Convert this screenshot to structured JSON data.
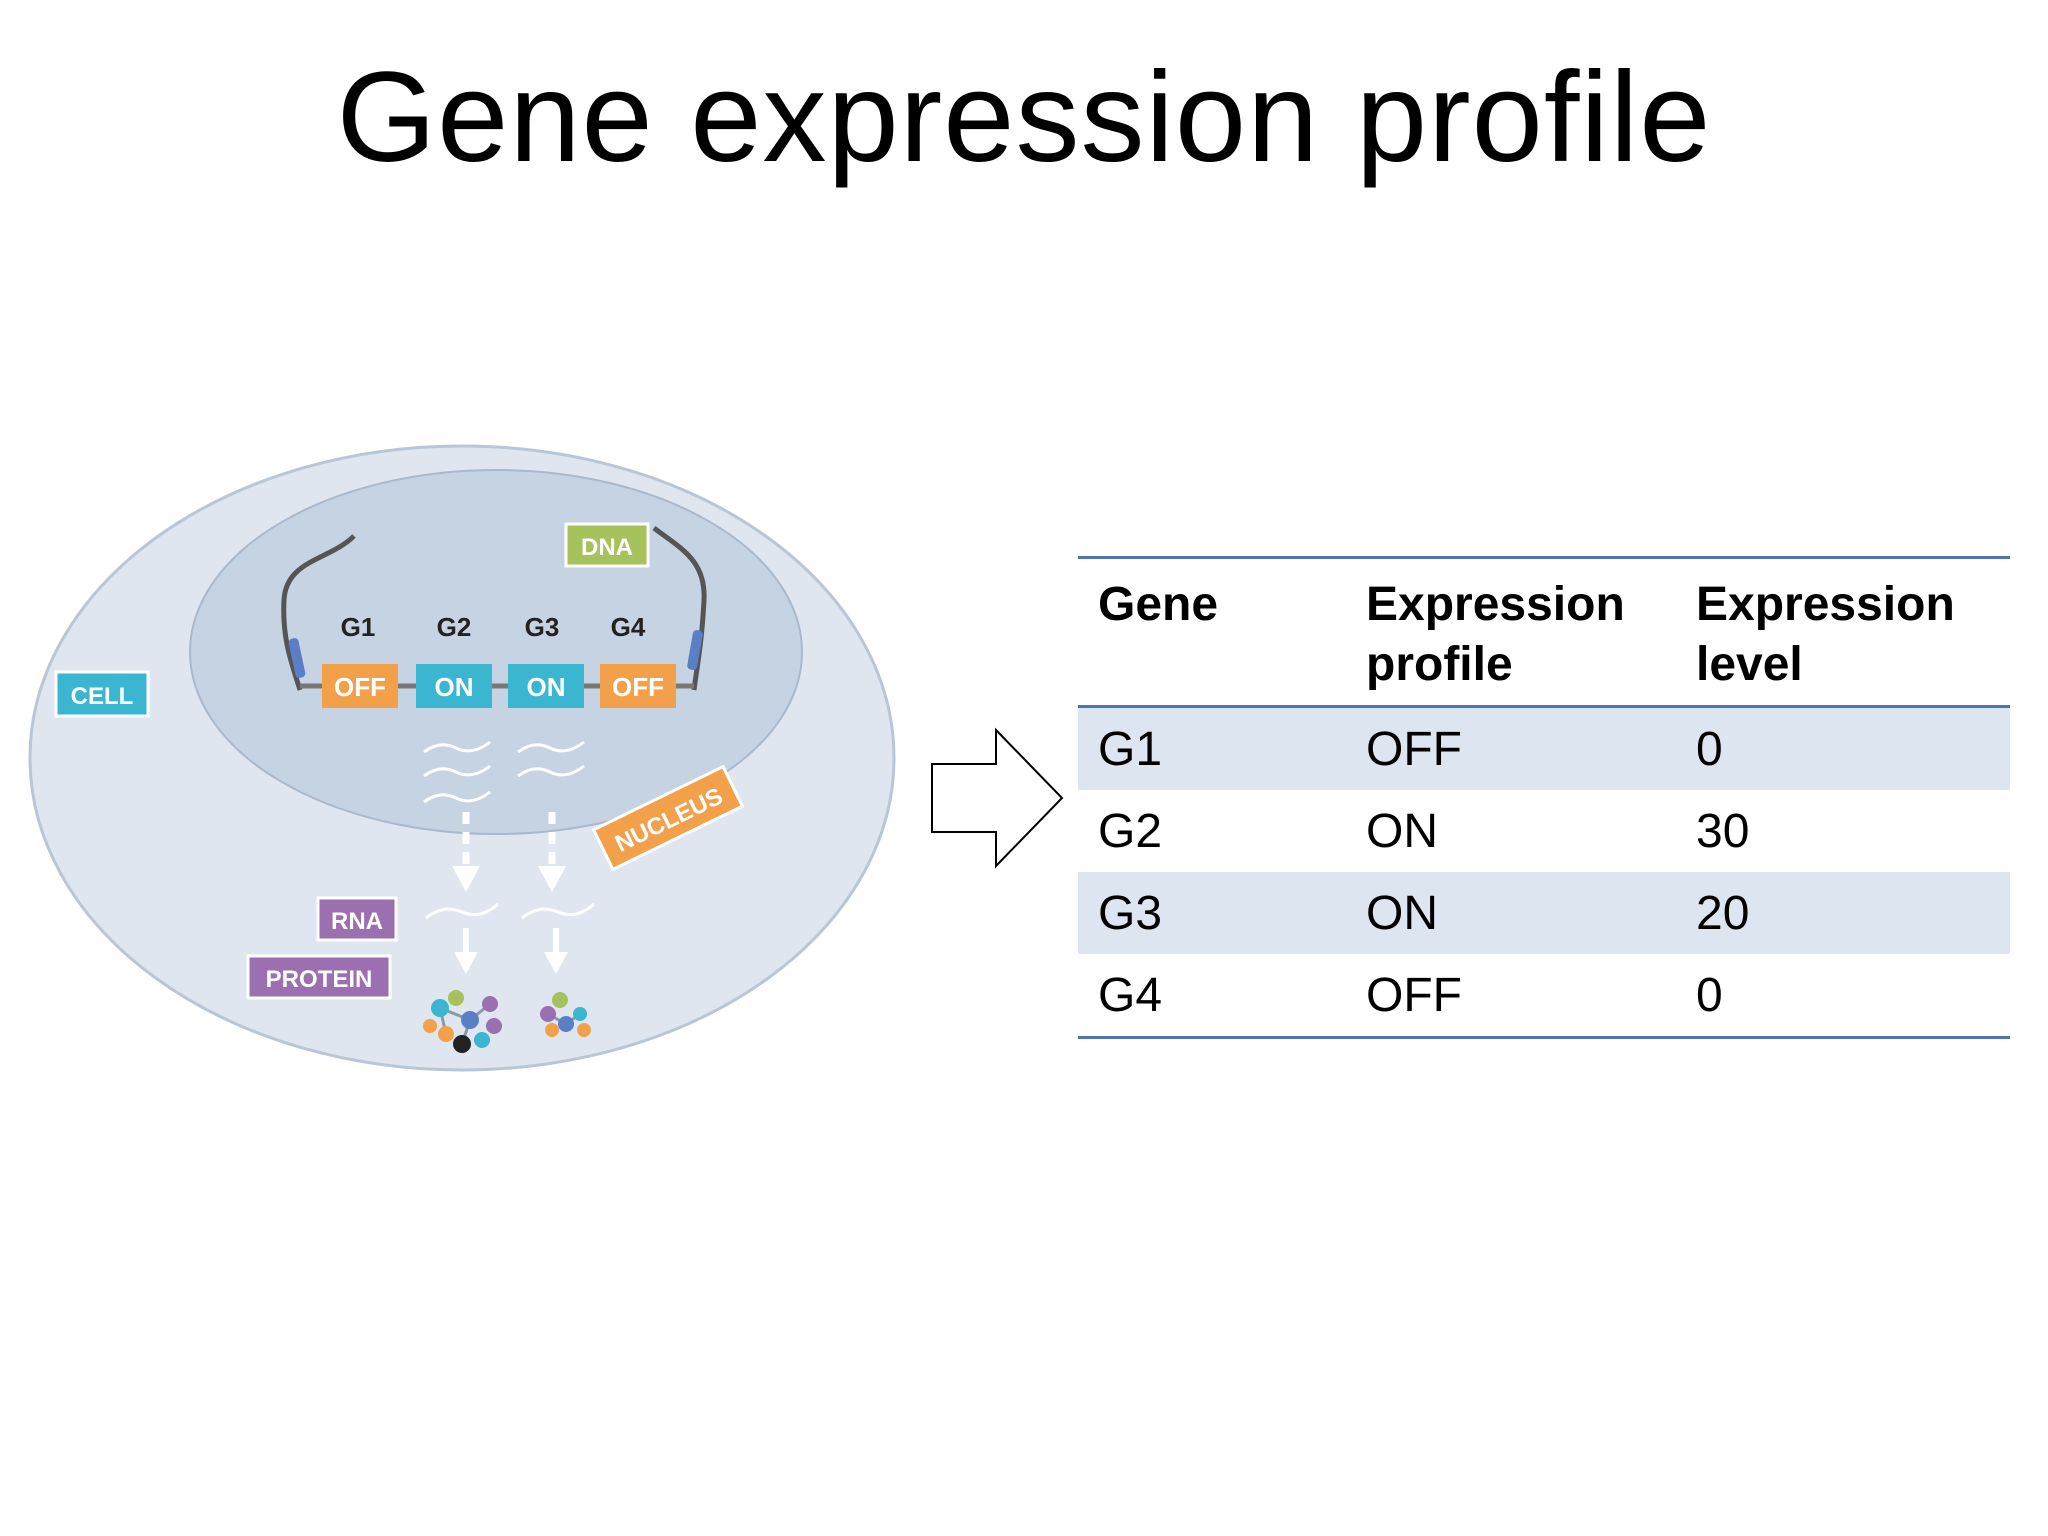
{
  "title": "Gene expression profile",
  "diagram": {
    "labels": {
      "cell": "CELL",
      "dna": "DNA",
      "nucleus": "NUCLEUS",
      "rna": "RNA",
      "protein": "PROTEIN"
    },
    "genes": [
      {
        "name": "G1",
        "state": "OFF"
      },
      {
        "name": "G2",
        "state": "ON"
      },
      {
        "name": "G3",
        "state": "ON"
      },
      {
        "name": "G4",
        "state": "OFF"
      }
    ],
    "colors": {
      "cell_fill": "#dfe6ef",
      "nucleus_fill": "#c6d3e3",
      "on": "#3bb6d1",
      "off": "#f3a04a",
      "dna_tag": "#a5c25b",
      "cell_tag": "#3bb6d1",
      "nucleus_tag": "#f3a04a",
      "rna_tag": "#9b6fb0",
      "protein_tag": "#9b6fb0"
    }
  },
  "table": {
    "headers": {
      "gene": "Gene",
      "profile_line1": "Expression",
      "profile_line2": "profile",
      "level_line1": "Expression",
      "level_line2": "level"
    },
    "rows": [
      {
        "gene": "G1",
        "profile": "OFF",
        "level": "0"
      },
      {
        "gene": "G2",
        "profile": "ON",
        "level": "30"
      },
      {
        "gene": "G3",
        "profile": "ON",
        "level": "20"
      },
      {
        "gene": "G4",
        "profile": "OFF",
        "level": "0"
      }
    ],
    "colors": {
      "rule": "#4f73b3",
      "band": "#dde5f1"
    }
  }
}
